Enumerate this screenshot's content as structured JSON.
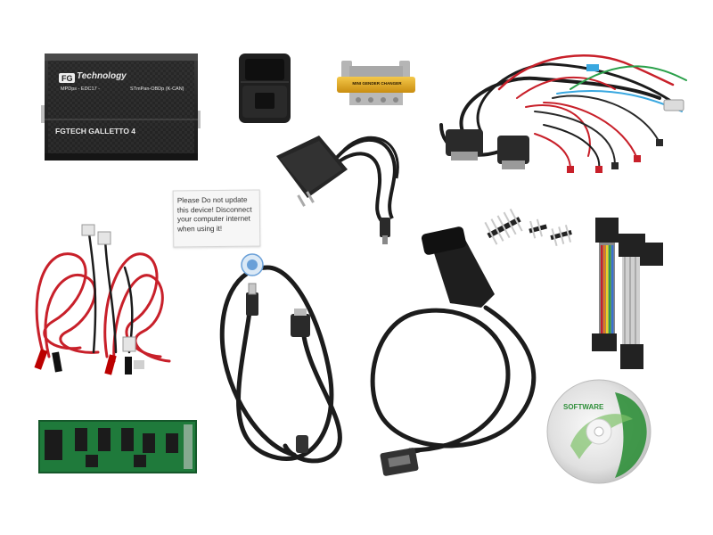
{
  "device": {
    "brand": "Technology",
    "modes_left": "MPDps - EDC17 -",
    "modes_right": "STmPan-OBDp (K-CAN)",
    "name": "FGTECH GALLETTO 4"
  },
  "adapter_label": "MINI GENDER CHANGER",
  "note_lines": [
    "Please Do not update",
    "this device! Disconnect",
    "your computer internet",
    "when using it!"
  ],
  "cd_label": "SOFTWARE",
  "colors": {
    "background": "#ffffff",
    "device_body": "#2a2a2a",
    "wire_red": "#c8202a",
    "cable_black": "#1c1c1c",
    "pcb_green": "#1f7a3b",
    "adapter_gold": "#e8b020",
    "cd_silver": "#e2e2e2",
    "cd_green": "#2f8f3a"
  }
}
